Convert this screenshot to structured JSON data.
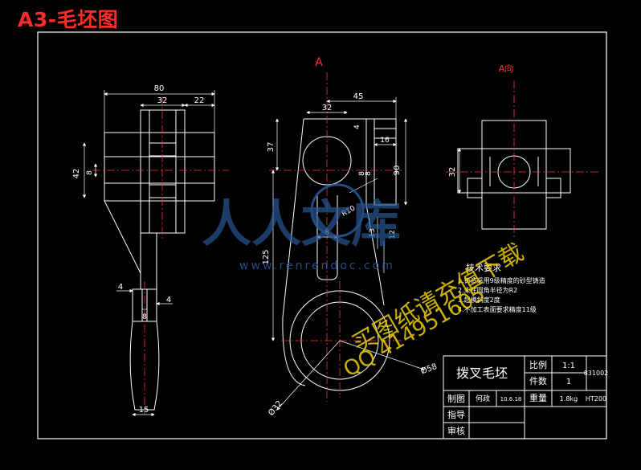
{
  "page_title": "A3-毛坯图",
  "colors": {
    "background": "#000000",
    "outline": "#ffffff",
    "center_line": "#ff3030",
    "dimension": "#ffffff",
    "label_red": "#ff3030",
    "watermark_blue": "#2a5a9a",
    "watermark_yellow": "#f0d000"
  },
  "view_labels": {
    "section": "A",
    "direction": "A向"
  },
  "dimensions": {
    "front": {
      "width_total": "80",
      "center_width": "32",
      "right_width": "22",
      "height": "42",
      "hub": "8",
      "web_left": "4",
      "web_right": "4",
      "web_inner": "8",
      "base": "15"
    },
    "side": {
      "top_width": "45",
      "bore_width": "32",
      "offset_top": "4",
      "slot": "16",
      "slot_depth": "8",
      "boss_height": "37",
      "total_height": "90",
      "hub": "8",
      "radius": "R10",
      "arm_length": "125",
      "lower": "13",
      "small": "12",
      "web": "8",
      "outer_dia": "Ø58",
      "inner_dia": "Ø32"
    },
    "top": {
      "height": "32"
    }
  },
  "tech_req": {
    "title": "技术要求",
    "items": [
      "1.铸造采用9级精度的砂型铸造",
      "2.未注圆角半径为R2",
      "3.起模斜度2度",
      "4.不加工表面要求精度11级"
    ]
  },
  "title_block": {
    "part_name": "拨叉毛坯",
    "scale_label": "比例",
    "scale_value": "1:1",
    "qty_label": "件数",
    "qty_value": "1",
    "drawing_no": "831002",
    "weight_label": "重量",
    "weight_value": "1.8kg",
    "material": "HT200",
    "drawn_label": "制图",
    "drawn_by": "何政",
    "date": "10.6.18",
    "guide_label": "指导",
    "review_label": "审核"
  },
  "watermark": {
    "logo_text": "人人文库",
    "site": "www.renrendoc.com",
    "promo": "买图纸请充值下载",
    "qq": "QQ 414951605"
  }
}
